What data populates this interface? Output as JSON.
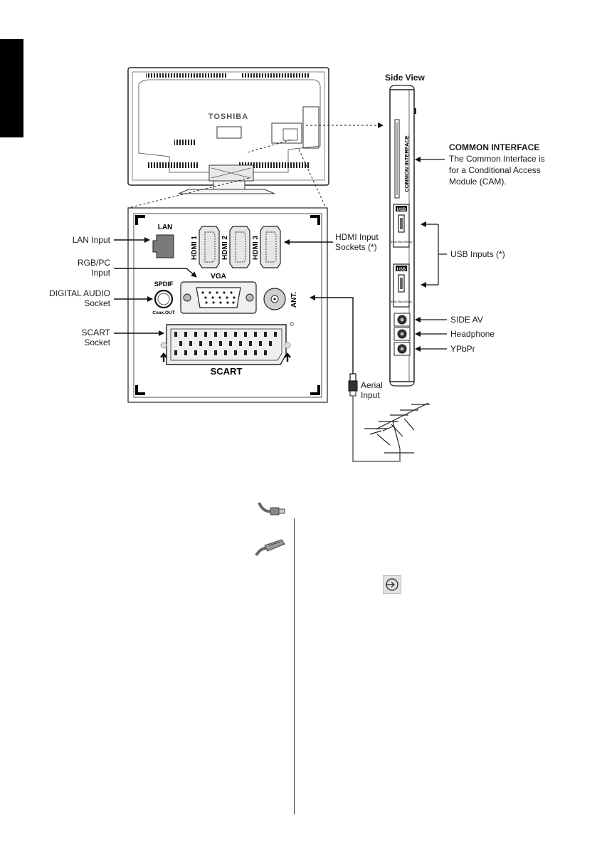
{
  "tv_brand": "TOSHIBA",
  "side_view": {
    "title": "Side View",
    "common_interface_slot": "COMMON INTERFACE",
    "usb_label": "USB",
    "usb_rating_1": "5Vdc Max.500mA",
    "usb_rating_2": "5Vdc Max.500mA"
  },
  "panel": {
    "lan": "LAN",
    "hdmi1": "HDMI 1",
    "hdmi2": "HDMI 2",
    "hdmi3": "HDMI 3",
    "vga": "VGA",
    "spdif": "SPDIF",
    "spdif_sub": "Coax.OUT",
    "ant": "ANT.",
    "scart": "SCART"
  },
  "callouts": {
    "lan_input": "LAN Input",
    "rgb_pc_line1": "RGB/PC",
    "rgb_pc_line2": "Input",
    "digital_audio_line1": "DIGITAL AUDIO",
    "digital_audio_line2": "Socket",
    "scart_line1": "SCART",
    "scart_line2": "Socket",
    "hdmi_line1": "HDMI Input",
    "hdmi_line2": "Sockets (*)",
    "aerial_line1": "Aerial",
    "aerial_line2": "Input",
    "common_interface_title": "COMMON INTERFACE",
    "common_interface_desc_1": "The Common Interface is",
    "common_interface_desc_2": "for a Conditional Access",
    "common_interface_desc_3": "Module (CAM).",
    "usb_inputs": "USB Inputs (*)",
    "side_av": "SIDE AV",
    "headphone": "Headphone",
    "ypbpr": "YPbPr"
  },
  "icons": {
    "cable_plug": "cable-plug-icon",
    "scart_plug": "scart-plug-icon",
    "input_source": "input-source-icon"
  }
}
